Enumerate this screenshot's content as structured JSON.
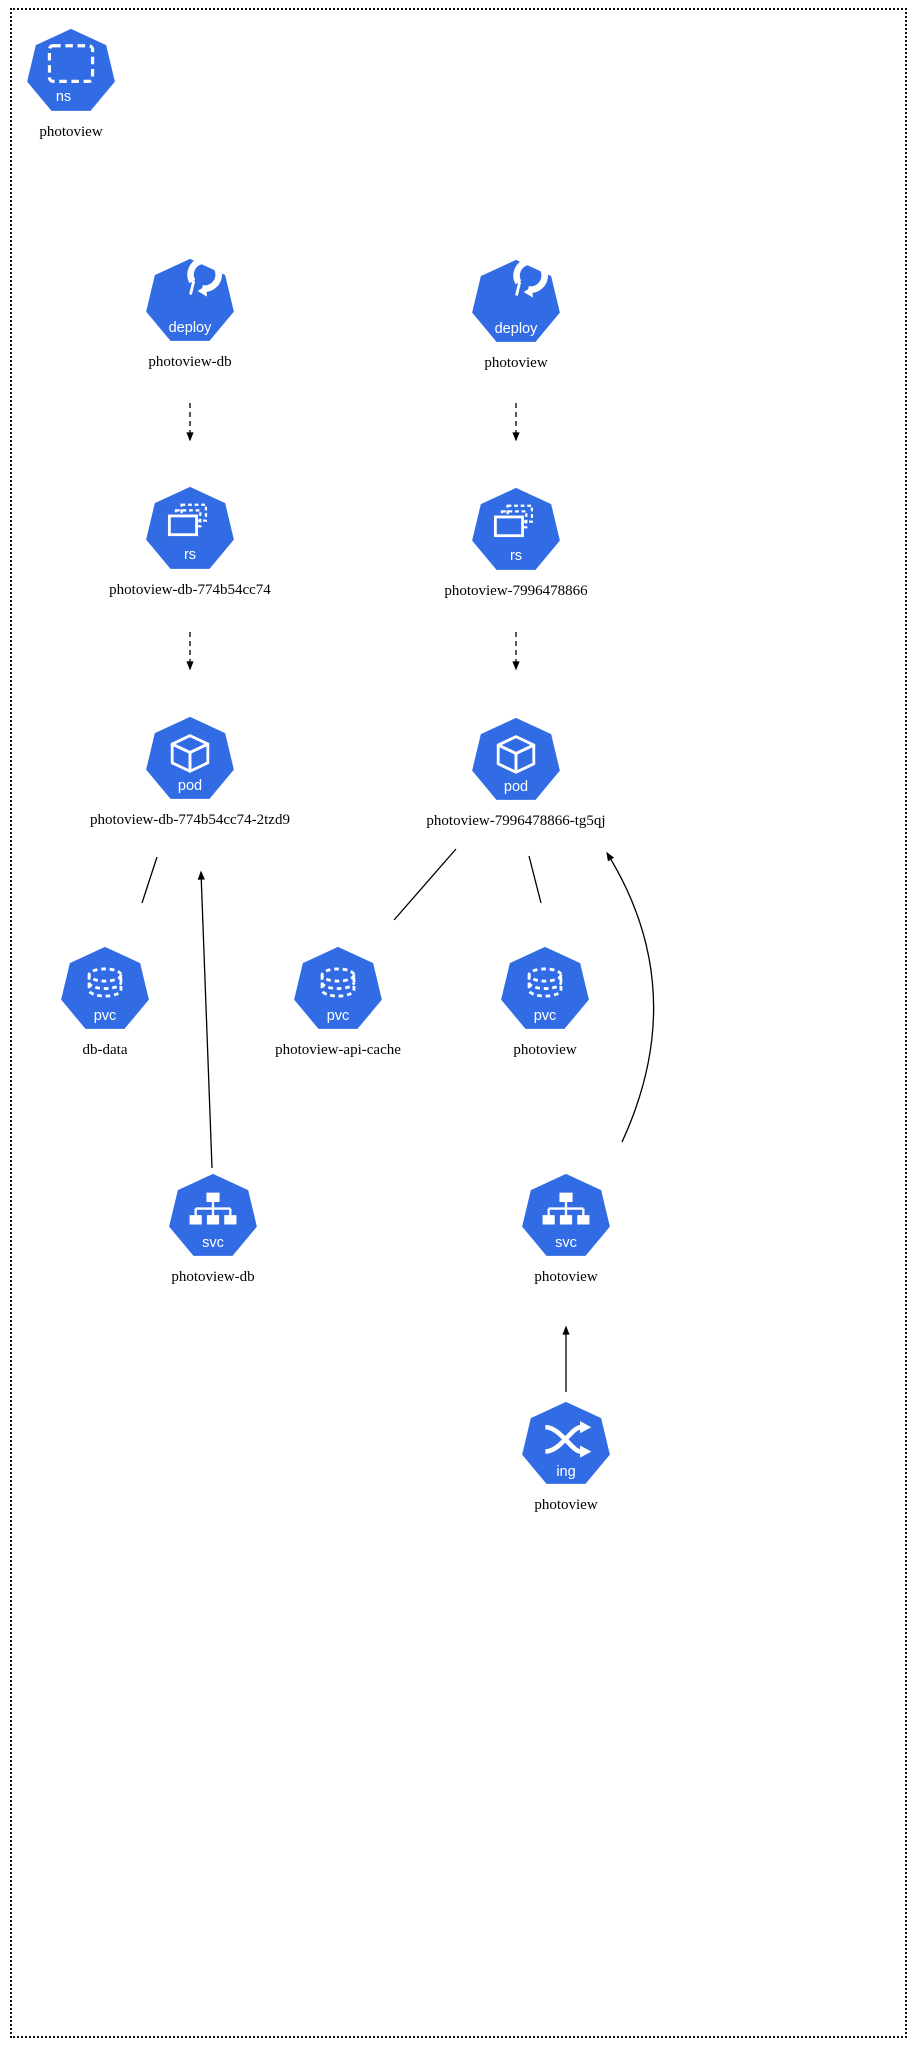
{
  "diagram": {
    "title": "kubernetes-namespace-resource-graph",
    "colors": {
      "icon_blue": "#326CE5",
      "edge": "#000000",
      "label": "#000000"
    },
    "nodes": {
      "ns": {
        "type": "ns",
        "label": "photoview"
      },
      "deploy_db": {
        "type": "deploy",
        "label": "photoview-db"
      },
      "deploy_app": {
        "type": "deploy",
        "label": "photoview"
      },
      "rs_db": {
        "type": "rs",
        "label": "photoview-db-774b54cc74"
      },
      "rs_app": {
        "type": "rs",
        "label": "photoview-7996478866"
      },
      "pod_db": {
        "type": "pod",
        "label": "photoview-db-774b54cc74-2tzd9"
      },
      "pod_app": {
        "type": "pod",
        "label": "photoview-7996478866-tg5qj"
      },
      "pvc_db_data": {
        "type": "pvc",
        "label": "db-data"
      },
      "pvc_api_cache": {
        "type": "pvc",
        "label": "photoview-api-cache"
      },
      "pvc_app": {
        "type": "pvc",
        "label": "photoview"
      },
      "svc_db": {
        "type": "svc",
        "label": "photoview-db"
      },
      "svc_app": {
        "type": "svc",
        "label": "photoview"
      },
      "ing_app": {
        "type": "ing",
        "label": "photoview"
      }
    },
    "edges": [
      {
        "from": "deploy photoview-db",
        "to": "rs photoview-db-774b54cc74",
        "style": "dashed-arrow"
      },
      {
        "from": "deploy photoview",
        "to": "rs photoview-7996478866",
        "style": "dashed-arrow"
      },
      {
        "from": "rs photoview-db-774b54cc74",
        "to": "pod photoview-db-774b54cc74-2tzd9",
        "style": "dashed-arrow"
      },
      {
        "from": "rs photoview-7996478866",
        "to": "pod photoview-7996478866-tg5qj",
        "style": "dashed-arrow"
      },
      {
        "from": "pod photoview-db-774b54cc74-2tzd9",
        "to": "pvc db-data",
        "style": "line"
      },
      {
        "from": "pod photoview-7996478866-tg5qj",
        "to": "pvc photoview-api-cache",
        "style": "line"
      },
      {
        "from": "pod photoview-7996478866-tg5qj",
        "to": "pvc photoview",
        "style": "line"
      },
      {
        "from": "svc photoview-db",
        "to": "pod photoview-db-774b54cc74-2tzd9",
        "style": "arrow"
      },
      {
        "from": "svc photoview",
        "to": "pod photoview-7996478866-tg5qj",
        "style": "arrow"
      },
      {
        "from": "ing photoview",
        "to": "svc photoview",
        "style": "arrow"
      }
    ]
  }
}
